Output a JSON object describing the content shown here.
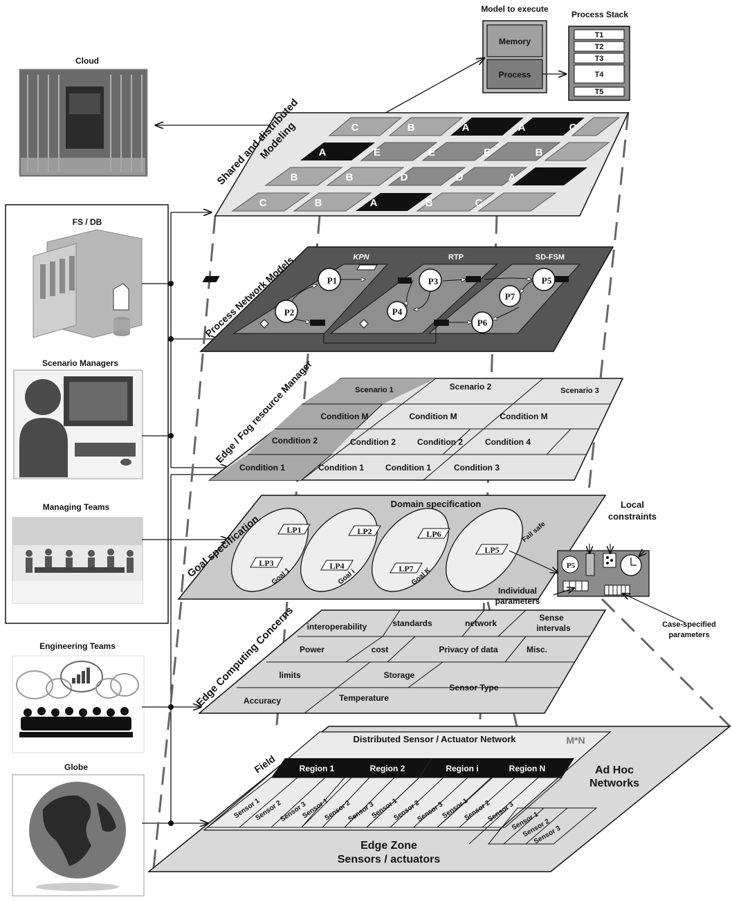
{
  "colors": {
    "light_cell": "#dcdcdc",
    "mid_cell": "#a8a8a8",
    "dark_cell": "#7a7a7a",
    "black_cell": "#111111",
    "panel_dark": "#555555",
    "panel_mid": "#8f8f8f"
  },
  "top": {
    "model_to_execute": "Model to execute",
    "memory": "Memory",
    "process": "Process",
    "process_stack": "Process Stack",
    "stack_items": [
      "T1",
      "T2",
      "T3",
      "T4",
      "T5"
    ]
  },
  "left": {
    "cloud": "Cloud",
    "fs_db": "FS / DB",
    "scenario_managers": "Scenario Managers",
    "managing_teams": "Managing Teams",
    "engineering_teams": "Engineering Teams",
    "globe": "Globe"
  },
  "layer1": {
    "title_line1": "Shared and distributed",
    "title_line2": "Modeling",
    "rows": [
      [
        "C",
        "B",
        "A",
        "A",
        "C"
      ],
      [
        "A",
        "E",
        "E",
        "E",
        "B"
      ],
      [
        "B",
        "B",
        "D",
        "D",
        "A"
      ],
      [
        "C",
        "B",
        "A",
        "B",
        "C"
      ]
    ]
  },
  "layer2": {
    "title": "Process Network Models",
    "kpn": "KPN",
    "rtp": "RTP",
    "sdfsm": "SD-FSM",
    "processes": [
      "P1",
      "P2",
      "P3",
      "P4",
      "P5",
      "P6",
      "P7"
    ]
  },
  "layer3": {
    "title": "Edge / Fog resource Manager",
    "scenarios": [
      "Scenario 1",
      "Scenario 2",
      "Scenario  3"
    ],
    "rows": [
      [
        "Condition  M",
        "Condition  M",
        "Condition  M"
      ],
      [
        "Condition 2",
        "Condition 2",
        "Condition 2",
        "Condition 4"
      ],
      [
        "Condition 1",
        "Condition 1",
        "Condition 1",
        "Condition 3"
      ]
    ]
  },
  "layer4": {
    "title": "Goal specification",
    "domain": "Domain specification",
    "goals": [
      "Goal 1",
      "Goal i",
      "Goal K",
      "Fail safe"
    ],
    "lps": [
      "LP1",
      "LP3",
      "LP2",
      "LP4",
      "LP6",
      "LP7",
      "LP5"
    ],
    "local_constraints_1": "Local",
    "local_constraints_2": "constraints",
    "p5": "P5",
    "individual_1": "Individual",
    "individual_2": "parameters",
    "case_1": "Case-specified",
    "case_2": "parameters"
  },
  "layer5": {
    "title": "Edge Computing Concerns",
    "cells": {
      "interoperability": "interoperability",
      "standards": "standards",
      "network": "network",
      "sense1": "Sense",
      "sense2": "intervals",
      "power": "Power",
      "cost": "cost",
      "privacy": "Privacy of data",
      "misc": "Misc.",
      "limits": "limits",
      "storage": "Storage",
      "sensor_type": "Sensor Type",
      "accuracy": "Accuracy",
      "temperature": "Temperature"
    }
  },
  "layer6": {
    "network": "Distributed Sensor  / Actuator Network",
    "mn": "M*N",
    "field": "Field",
    "regions": [
      "Region 1",
      "Region 2",
      "Region i",
      "Region N"
    ],
    "adhoc_1": "Ad Hoc",
    "adhoc_2": "Networks",
    "sensors": [
      "Sensor 1",
      "Sensor 2",
      "Sensor 3"
    ],
    "edge_zone": "Edge Zone",
    "sensors_actuators": "Sensors / actuators"
  }
}
